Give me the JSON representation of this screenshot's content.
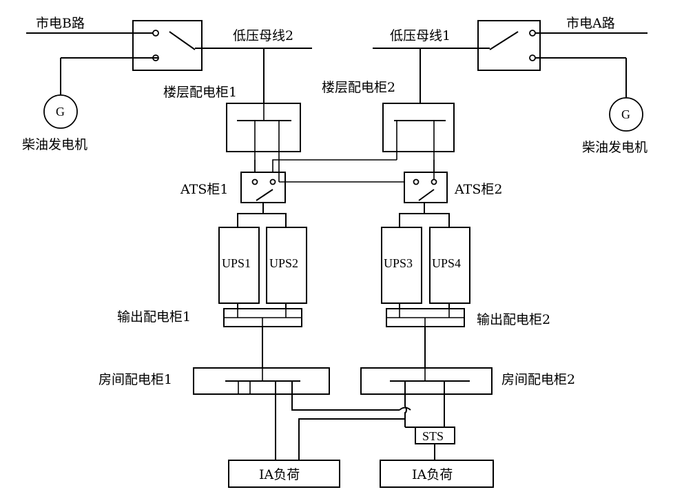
{
  "labels": {
    "utility_b": "市电B路",
    "utility_a": "市电A路",
    "bus2": "低压母线2",
    "bus1": "低压母线1",
    "generator_left": "柴油发电机",
    "generator_right": "柴油发电机",
    "gen_symbol": "G",
    "floor_cab1": "楼层配电柜1",
    "floor_cab2": "楼层配电柜2",
    "ats1": "ATS柜1",
    "ats2": "ATS柜2",
    "ups1": "UPS1",
    "ups2": "UPS2",
    "ups3": "UPS3",
    "ups4": "UPS4",
    "out_cab1": "输出配电柜1",
    "out_cab2": "输出配电柜2",
    "room_cab1": "房间配电柜1",
    "room_cab2": "房间配电柜2",
    "sts": "STS",
    "load1": "IA负荷",
    "load2": "IA负荷"
  }
}
